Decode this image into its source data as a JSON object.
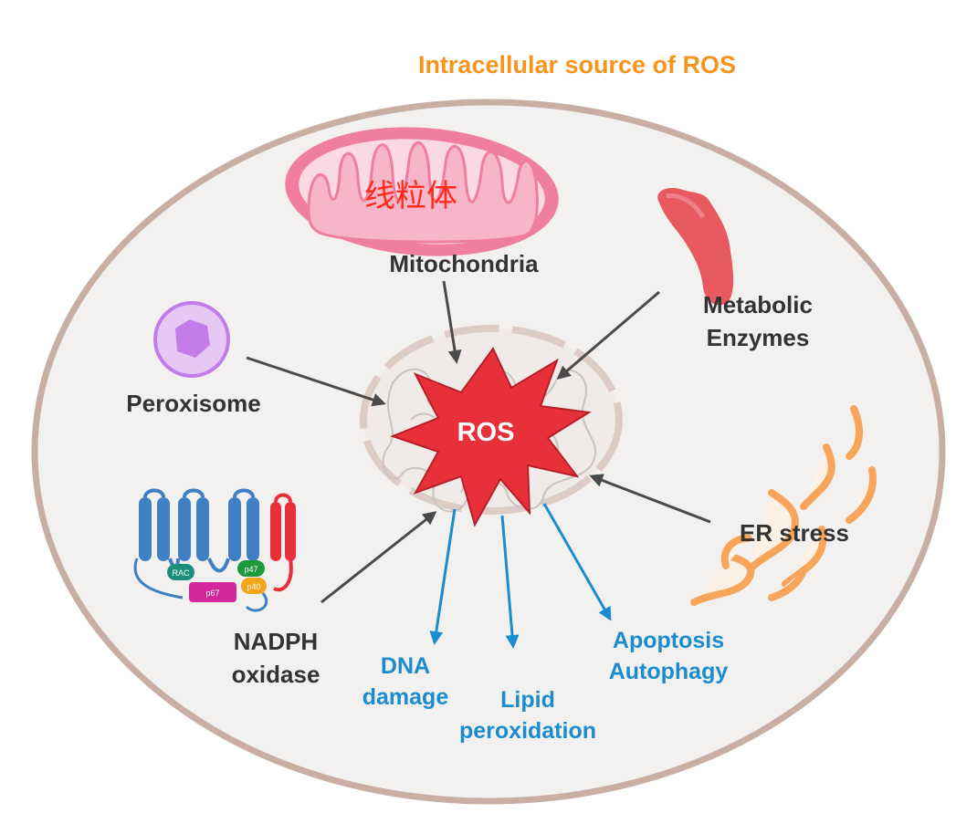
{
  "title": "Intracellular source of ROS",
  "center": {
    "label": "ROS"
  },
  "annotation": {
    "label": "线粒体"
  },
  "sources": {
    "mitochondria": "Mitochondria",
    "metabolic_line1": "Metabolic",
    "metabolic_line2": "Enzymes",
    "peroxisome": "Peroxisome",
    "er_stress": "ER stress",
    "nadph_line1": "NADPH",
    "nadph_line2": "oxidase"
  },
  "protein_subunits": {
    "rac": "RAC",
    "p47": "p47",
    "p40": "p40",
    "p67": "p67"
  },
  "effects": {
    "dna_line1": "DNA",
    "dna_line2": "damage",
    "lipid_line1": "Lipid",
    "lipid_line2": "peroxidation",
    "apoptosis": "Apoptosis",
    "autophagy": "Autophagy"
  },
  "colors": {
    "title": "#f7941d",
    "effect_text": "#1a8ccf",
    "source_text": "#333333",
    "ros_burst": "#e8303a",
    "annotation": "#ff2a1a",
    "mitochondria": "#f07ea0",
    "enzymes": "#e8585f",
    "peroxisome": "#c27de8",
    "er": "#f7a55a",
    "cell_membrane": "#c9aea4",
    "cell_fill": "#f3f1ef"
  },
  "icons": [
    "mitochondria-icon",
    "enzyme-icon",
    "peroxisome-icon",
    "er-icon",
    "nadph-oxidase-icon",
    "nucleus-icon",
    "ros-burst-icon"
  ]
}
